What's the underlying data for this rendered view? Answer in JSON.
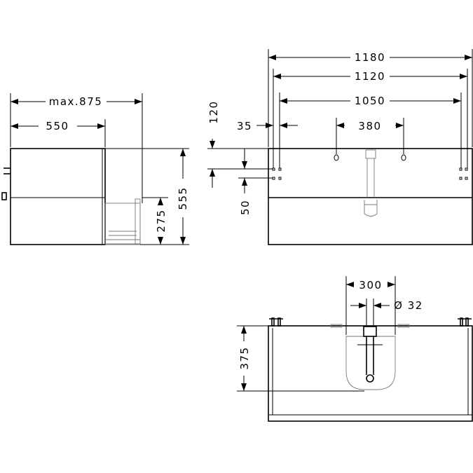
{
  "dimensions": {
    "side_max_depth": "max.875",
    "side_depth": "550",
    "side_height": "555",
    "side_drawer_height": "275",
    "front_width_overall": "1180",
    "front_width_inner": "1120",
    "front_width_holes": "1050",
    "front_offset": "35",
    "front_bracket_spacing": "380",
    "front_top_offset": "120",
    "front_hole_spacing": "50",
    "top_cutout_width": "300",
    "top_pipe_diameter": "Ø 32",
    "top_cutout_depth": "375"
  }
}
